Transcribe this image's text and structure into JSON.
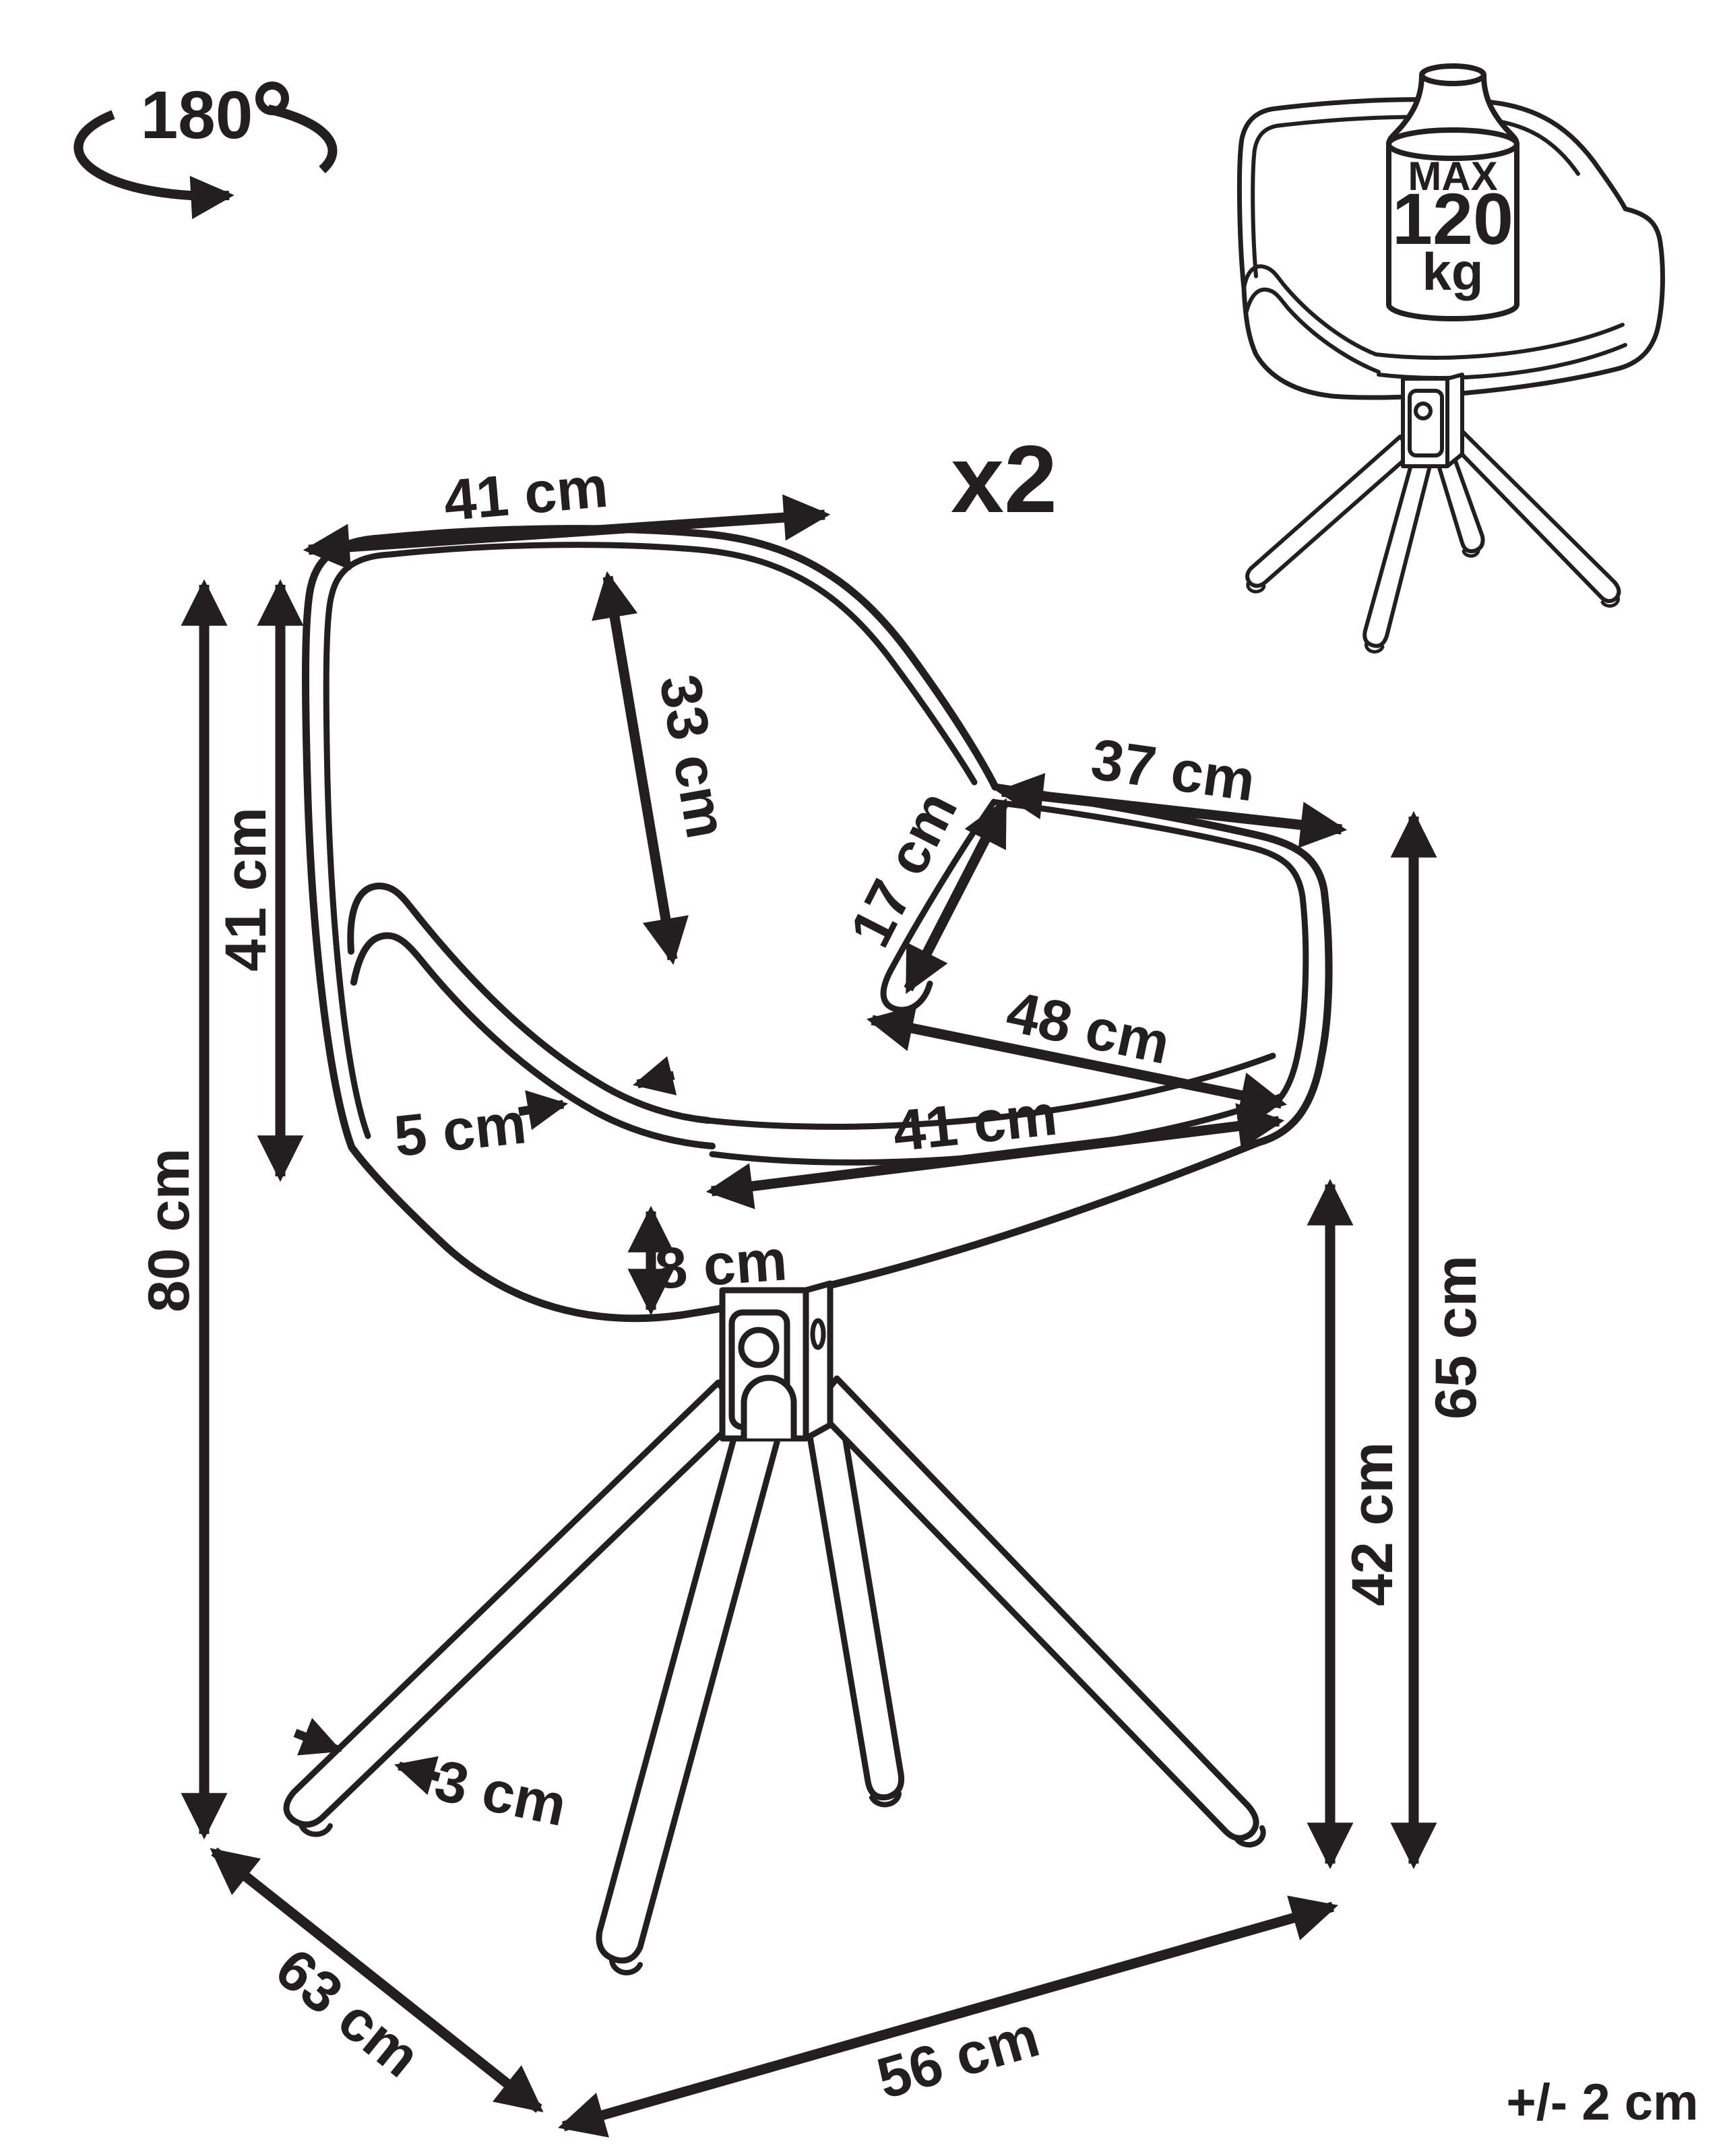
{
  "colors": {
    "ink": "#231F20",
    "background": "#FFFFFF"
  },
  "rotation_badge": {
    "degrees": "180",
    "symbol": "°"
  },
  "quantity_badge": "x2",
  "max_load": {
    "label": "MAX",
    "value": "120",
    "unit": "kg"
  },
  "tolerance_note": "+/- 2 cm",
  "dimensions": {
    "back_width": "41 cm",
    "backrest_diagonal": "33 cm",
    "back_height": "41 cm",
    "total_height": "80 cm",
    "armrest_length": "37 cm",
    "armrest_rise": "17 cm",
    "seat_diagonal": "48 cm",
    "seat_width": "41 cm",
    "armrest_thickness": "5 cm",
    "seat_thickness": "8 cm",
    "armrest_floor_height": "65 cm",
    "leg_height": "42 cm",
    "leg_thickness": "3 cm",
    "base_depth": "63 cm",
    "base_width": "56 cm"
  }
}
